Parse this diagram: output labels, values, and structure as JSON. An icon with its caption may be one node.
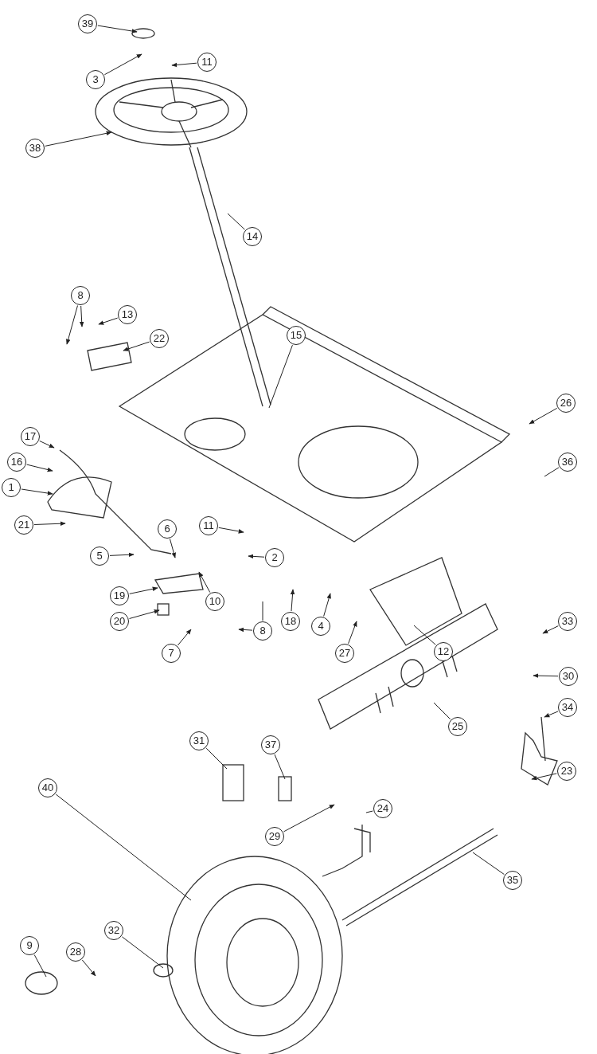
{
  "diagram": {
    "nodes": [
      {
        "text": [
          "39"
        ]
      },
      {
        "text": [
          "3"
        ]
      },
      {
        "text": [
          "11"
        ]
      },
      {
        "text": [
          "38"
        ]
      },
      {
        "text": [
          "14"
        ]
      },
      {
        "text": [
          "8"
        ]
      },
      {
        "text": [
          "13"
        ]
      },
      {
        "text": [
          "22"
        ]
      },
      {
        "text": [
          "15"
        ]
      },
      {
        "text": [
          "26"
        ]
      },
      {
        "text": [
          "36"
        ]
      },
      {
        "text": [
          "17"
        ]
      },
      {
        "text": [
          "16"
        ]
      },
      {
        "text": [
          "1"
        ]
      },
      {
        "text": [
          "21"
        ]
      },
      {
        "text": [
          "6"
        ]
      },
      {
        "text": [
          "11"
        ]
      },
      {
        "text": [
          "2"
        ]
      },
      {
        "text": [
          "5"
        ]
      },
      {
        "text": [
          "10"
        ]
      },
      {
        "text": [
          "19"
        ]
      },
      {
        "text": [
          "18"
        ]
      },
      {
        "text": [
          "4"
        ]
      },
      {
        "text": [
          "20"
        ]
      },
      {
        "text": [
          "8"
        ]
      },
      {
        "text": [
          "7"
        ]
      },
      {
        "text": [
          "27"
        ]
      },
      {
        "text": [
          "12"
        ]
      },
      {
        "text": [
          "33"
        ]
      },
      {
        "text": [
          "30"
        ]
      },
      {
        "text": [
          "34"
        ]
      },
      {
        "text": [
          "31"
        ]
      },
      {
        "text": [
          "37"
        ]
      },
      {
        "text": [
          "25"
        ]
      },
      {
        "text": [
          "23"
        ]
      },
      {
        "text": [
          "40"
        ]
      },
      {
        "text": [
          "29"
        ]
      },
      {
        "text": [
          "24"
        ]
      },
      {
        "text": [
          "35"
        ]
      },
      {
        "text": [
          "32"
        ]
      },
      {
        "text": [
          "9"
        ]
      },
      {
        "text": [
          "28"
        ]
      }
    ],
    "edges": [
      {
        "from": 0,
        "to": null,
        "arrow": "to"
      },
      {
        "from": 1,
        "to": null,
        "arrow": "to"
      },
      {
        "from": 2,
        "to": null,
        "arrow": "to"
      },
      {
        "from": 3,
        "to": null,
        "arrow": "to"
      },
      {
        "from": 4,
        "to": null,
        "arrow": "none"
      },
      {
        "from": 5,
        "to": null,
        "arrow": "to"
      },
      {
        "from": 5,
        "to": null,
        "arrow": "to"
      },
      {
        "from": 6,
        "to": null,
        "arrow": "to"
      },
      {
        "from": 7,
        "to": null,
        "arrow": "to"
      },
      {
        "from": 8,
        "to": null,
        "arrow": "none"
      },
      {
        "from": 9,
        "to": null,
        "arrow": "to"
      },
      {
        "from": 10,
        "to": null,
        "arrow": "none"
      },
      {
        "from": 11,
        "to": null,
        "arrow": "to"
      },
      {
        "from": 12,
        "to": null,
        "arrow": "to"
      },
      {
        "from": 13,
        "to": null,
        "arrow": "to"
      },
      {
        "from": 14,
        "to": null,
        "arrow": "to"
      },
      {
        "from": 15,
        "to": null,
        "arrow": "to"
      },
      {
        "from": 16,
        "to": null,
        "arrow": "to"
      },
      {
        "from": 17,
        "to": null,
        "arrow": "to"
      },
      {
        "from": 18,
        "to": null,
        "arrow": "to"
      },
      {
        "from": 19,
        "to": null,
        "arrow": "to"
      },
      {
        "from": 20,
        "to": null,
        "arrow": "to"
      },
      {
        "from": 21,
        "to": null,
        "arrow": "to"
      },
      {
        "from": 22,
        "to": null,
        "arrow": "to"
      },
      {
        "from": 23,
        "to": null,
        "arrow": "to"
      },
      {
        "from": 24,
        "to": null,
        "arrow": "to"
      },
      {
        "from": 24,
        "to": null,
        "arrow": "none"
      },
      {
        "from": 25,
        "to": null,
        "arrow": "to"
      },
      {
        "from": 26,
        "to": null,
        "arrow": "to"
      },
      {
        "from": 27,
        "to": null,
        "arrow": "none"
      },
      {
        "from": 28,
        "to": null,
        "arrow": "to"
      },
      {
        "from": 29,
        "to": null,
        "arrow": "to"
      },
      {
        "from": 30,
        "to": null,
        "arrow": "to"
      },
      {
        "from": 31,
        "to": null,
        "arrow": "none"
      },
      {
        "from": 32,
        "to": null,
        "arrow": "none"
      },
      {
        "from": 33,
        "to": null,
        "arrow": "none"
      },
      {
        "from": 34,
        "to": null,
        "arrow": "to"
      },
      {
        "from": 35,
        "to": null,
        "arrow": "none"
      },
      {
        "from": 36,
        "to": null,
        "arrow": "to"
      },
      {
        "from": 37,
        "to": null,
        "arrow": "none"
      },
      {
        "from": 38,
        "to": null,
        "arrow": "none"
      },
      {
        "from": 39,
        "to": null,
        "arrow": "none"
      },
      {
        "from": 40,
        "to": null,
        "arrow": "none"
      },
      {
        "from": 41,
        "to": null,
        "arrow": "to"
      }
    ]
  }
}
